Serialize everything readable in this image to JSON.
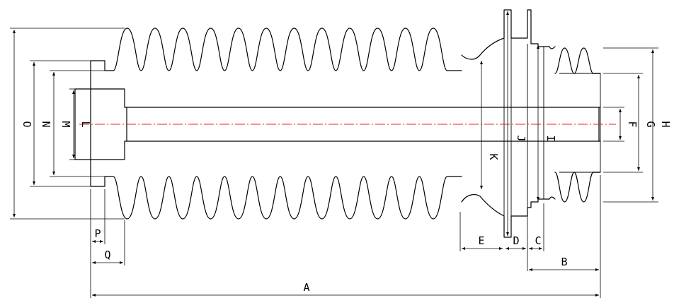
{
  "colors": {
    "line": "#000000",
    "centerline": "#e8202a",
    "background": "#ffffff"
  },
  "labels": {
    "A": "A",
    "B": "B",
    "C": "C",
    "D": "D",
    "E": "E",
    "F": "F",
    "G": "G",
    "H": "H",
    "I": "I",
    "J": "J",
    "K": "K",
    "L": "L",
    "M": "M",
    "N": "N",
    "O": "O",
    "P": "P",
    "Q": "Q"
  }
}
